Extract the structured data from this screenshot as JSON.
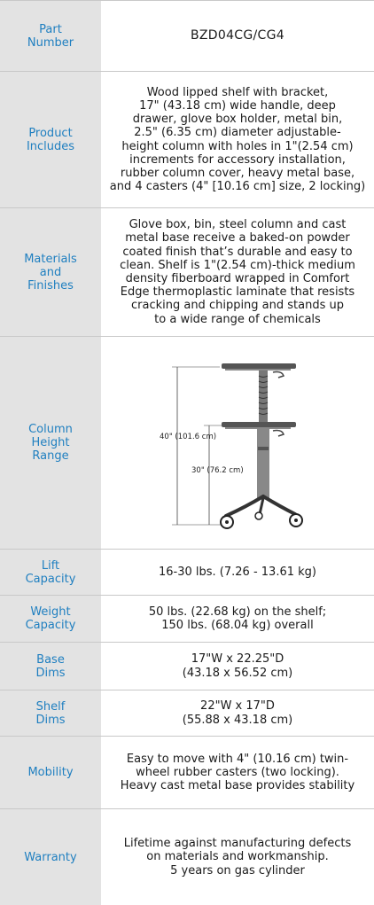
{
  "rows": [
    {
      "label": "Part\nNumber",
      "value": "BZD04CG/CG4"
    },
    {
      "label": "Product\nIncludes",
      "value": "Wood lipped shelf with bracket,\n17\" (43.18 cm) wide handle, deep\ndrawer, glove box holder, metal bin,\n2.5\" (6.35 cm) diameter adjustable-\nheight column with holes in 1\"(2.54 cm)\nincrements for accessory installation,\nrubber column cover, heavy metal base,\nand 4 casters (4\" [10.16 cm] size, 2 locking)"
    },
    {
      "label": "Materials\nand\nFinishes",
      "value": "Glove box, bin, steel column and cast\nmetal base receive a baked-on powder\ncoated finish that’s durable and easy to\nclean. Shelf is 1\"(2.54 cm)-thick medium\ndensity fiberboard wrapped in Comfort\nEdge thermoplastic laminate that resists\ncracking and chipping and stands up\nto a wide range of chemicals"
    },
    {
      "label": "Column\nHeight\nRange",
      "diagram": {
        "max_height": "40\"\n(101.6 cm)",
        "min_height": "30\"\n(76.2 cm)"
      }
    },
    {
      "label": "Lift\nCapacity",
      "value": "16-30 lbs. (7.26 - 13.61 kg)"
    },
    {
      "label": "Weight\nCapacity",
      "value": "50 lbs. (22.68 kg) on the shelf;\n150 lbs. (68.04 kg) overall"
    },
    {
      "label": "Base\nDims",
      "value": "17\"W x 22.25\"D\n(43.18 x 56.52 cm)"
    },
    {
      "label": "Shelf\nDims",
      "value": "22\"W x 17\"D\n(55.88 x 43.18 cm)"
    },
    {
      "label": "Mobility",
      "value": "Easy to move with 4\" (10.16 cm) twin-\nwheel rubber casters (two locking).\nHeavy cast metal base provides stability"
    },
    {
      "label": "Warranty",
      "value": "Lifetime against manufacturing defects\non materials and workmanship.\n5 years on gas cylinder"
    }
  ],
  "colors": {
    "label_background": "#e3e3e3",
    "label_text": "#1f7fc0",
    "divider": "#c8c8c8"
  }
}
